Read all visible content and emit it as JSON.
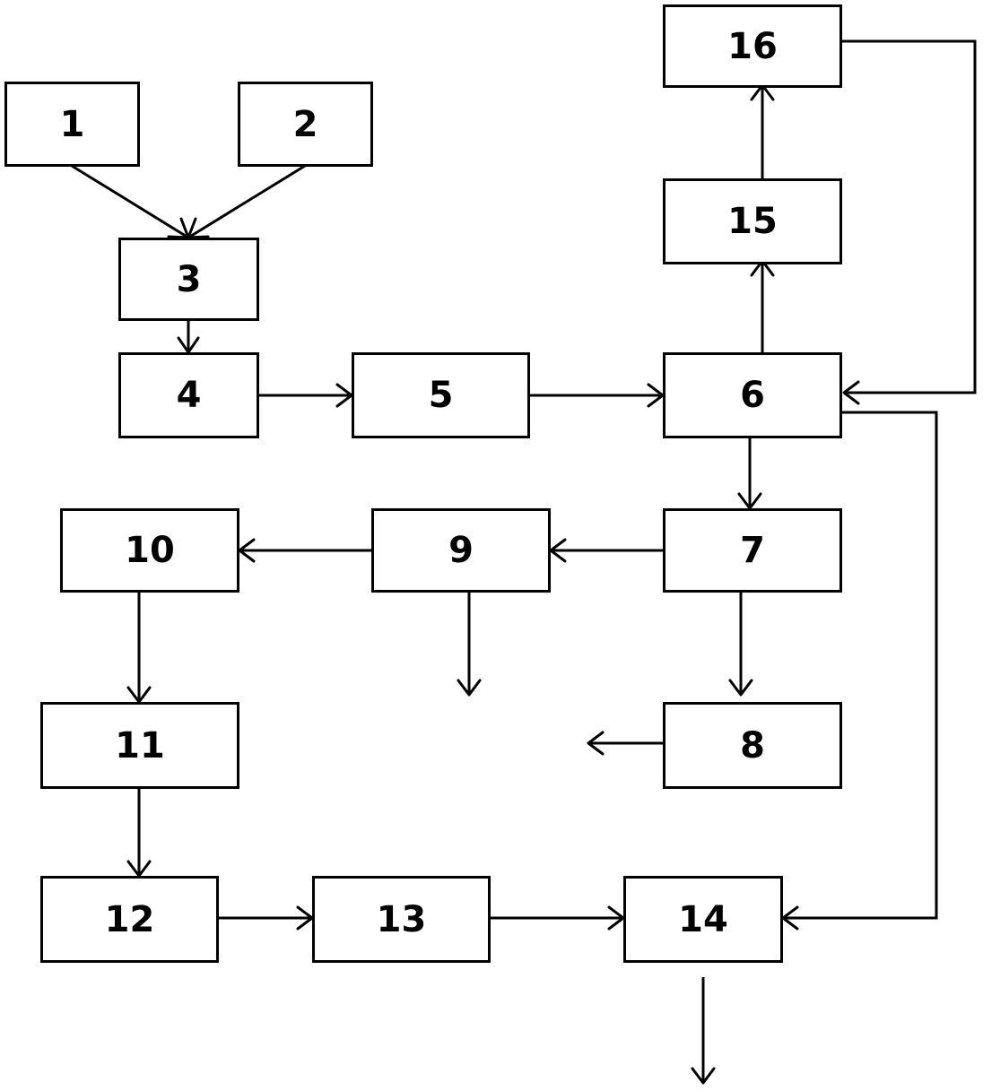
{
  "blocks": {
    "b1": "1",
    "b2": "2",
    "b3": "3",
    "b4": "4",
    "b5": "5",
    "b6": "6",
    "b7": "7",
    "b8": "8",
    "b9": "9",
    "b10": "10",
    "b11": "11",
    "b12": "12",
    "b13": "13",
    "b14": "14",
    "b15": "15",
    "b16": "16"
  },
  "connections": [
    [
      "1",
      "3"
    ],
    [
      "2",
      "3"
    ],
    [
      "3",
      "4"
    ],
    [
      "4",
      "5"
    ],
    [
      "5",
      "6"
    ],
    [
      "6",
      "15"
    ],
    [
      "15",
      "16"
    ],
    [
      "16",
      "6"
    ],
    [
      "6",
      "7"
    ],
    [
      "6",
      "14"
    ],
    [
      "7",
      "9"
    ],
    [
      "7",
      "8"
    ],
    [
      "9",
      "10"
    ],
    [
      "10",
      "11"
    ],
    [
      "11",
      "12"
    ],
    [
      "12",
      "13"
    ],
    [
      "13",
      "14"
    ]
  ],
  "open_outputs": [
    "9",
    "8",
    "14"
  ]
}
